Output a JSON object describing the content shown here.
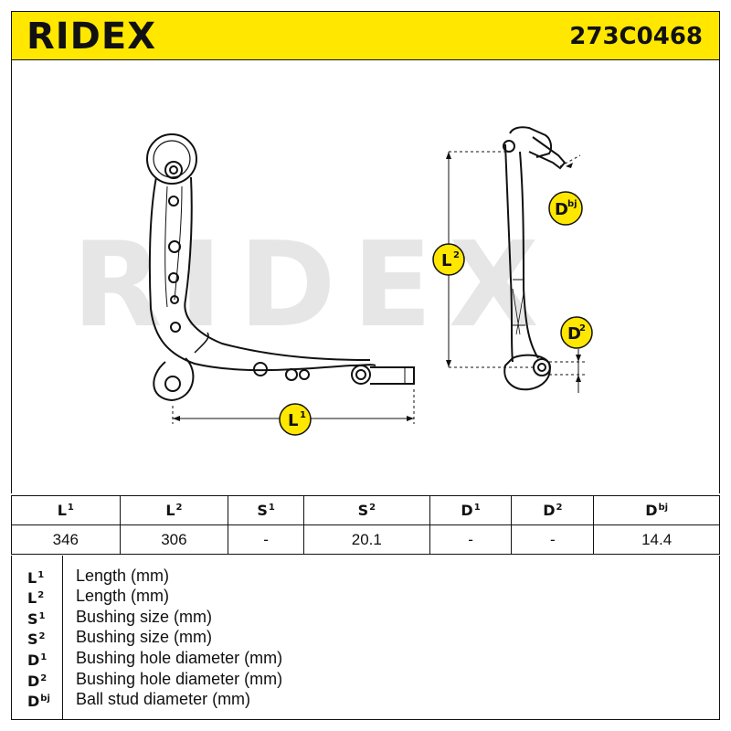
{
  "header": {
    "brand": "RIDEX",
    "part_number": "273C0468"
  },
  "diagram": {
    "watermark": "RIDEX",
    "labels": {
      "l1": "L",
      "l1_sup": "1",
      "l2": "L",
      "l2_sup": "2",
      "dbj": "D",
      "dbj_sup": "bj",
      "d2": "D",
      "d2_sup": "2"
    },
    "accent_color": "#ffe700"
  },
  "specs": {
    "headers": [
      {
        "key": "L",
        "sup": "1"
      },
      {
        "key": "L",
        "sup": "2"
      },
      {
        "key": "S",
        "sup": "1"
      },
      {
        "key": "S",
        "sup": "2"
      },
      {
        "key": "D",
        "sup": "1"
      },
      {
        "key": "D",
        "sup": "2"
      },
      {
        "key": "D",
        "sup": "bj"
      }
    ],
    "values": [
      "346",
      "306",
      "-",
      "20.1",
      "-",
      "-",
      "14.4"
    ]
  },
  "legend": [
    {
      "key": "L",
      "sup": "1",
      "text": "Length (mm)"
    },
    {
      "key": "L",
      "sup": "2",
      "text": "Length (mm)"
    },
    {
      "key": "S",
      "sup": "1",
      "text": "Bushing size (mm)"
    },
    {
      "key": "S",
      "sup": "2",
      "text": "Bushing size (mm)"
    },
    {
      "key": "D",
      "sup": "1",
      "text": "Bushing hole diameter (mm)"
    },
    {
      "key": "D",
      "sup": "2",
      "text": "Bushing hole diameter (mm)"
    },
    {
      "key": "D",
      "sup": "bj",
      "text": "Ball stud diameter (mm)"
    }
  ]
}
